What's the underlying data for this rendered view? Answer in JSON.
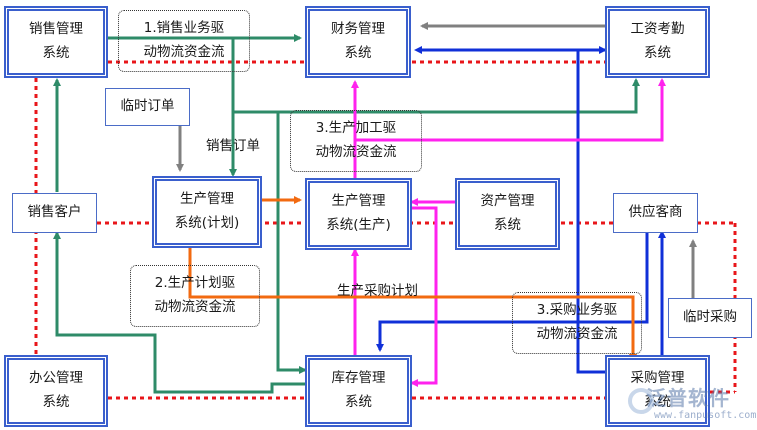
{
  "systems": {
    "sales": "销售管理\n系统",
    "finance": "财务管理\n系统",
    "payroll": "工资考勤\n系统",
    "prod_plan": "生产管理\n系统(计划)",
    "prod_exec": "生产管理\n系统(生产)",
    "assets": "资产管理\n系统",
    "office": "办公管理\n系统",
    "warehouse": "库存管理\n系统",
    "purchase": "采购管理\n系统"
  },
  "entities": {
    "customer": "销售客户",
    "supplier": "供应客商",
    "temp_order": "临时订单",
    "temp_purchase": "临时采购"
  },
  "notes": {
    "note1": "1.销售业务驱\n动物流资金流",
    "note2": "2.生产计划驱\n动物流资金流",
    "note3": "3.生产加工驱\n动物流资金流",
    "note4": "3.采购业务驱\n动物流资金流"
  },
  "labels": {
    "sales_order": "销售订单",
    "prod_purchase_plan": "生产采购计划"
  },
  "logo": {
    "brand": "泛普软件",
    "url": "www.fanpusoft.com",
    "icon": "gear-logo-icon"
  },
  "colors": {
    "system_border": "#3a5fcd",
    "red_link": "#e8161a",
    "teal": "#2e8b68",
    "blue": "#1030d8",
    "magenta": "#ff22ee",
    "orange": "#f26a10",
    "gray": "#808080"
  }
}
